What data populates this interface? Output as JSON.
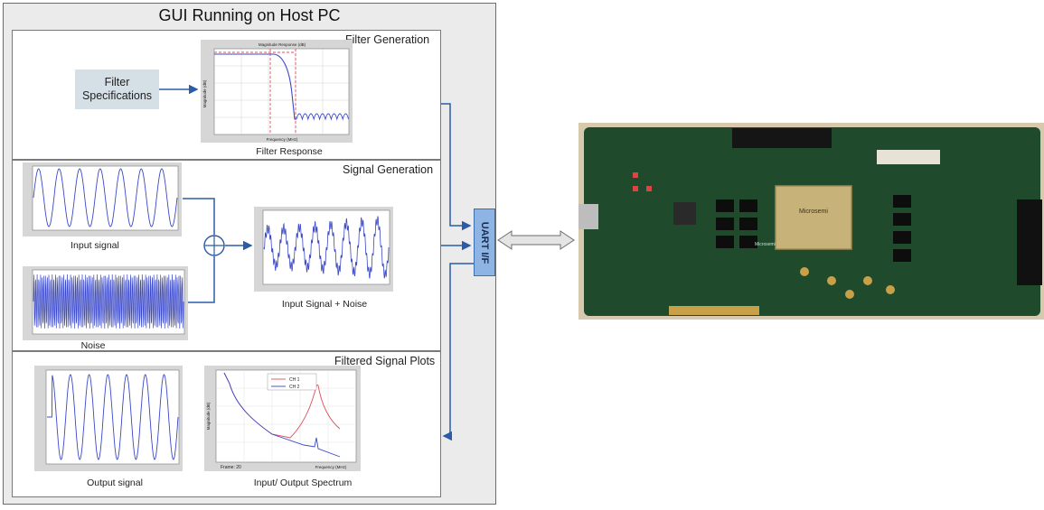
{
  "title": "GUI Running on Host PC",
  "filter_panel": {
    "title": "Filter Generation",
    "spec_line1": "Filter",
    "spec_line2": "Specifications",
    "response_caption": "Filter Response",
    "plot_title": "Magnitude Response (dB)",
    "plot_xlabel": "Frequency (MHz)",
    "plot_ylabel": "Magnitude (dB)"
  },
  "signal_panel": {
    "title": "Signal Generation",
    "input_caption": "Input signal",
    "noise_caption": "Noise",
    "sum_caption": "Input Signal + Noise"
  },
  "filtered_panel": {
    "title": "Filtered Signal Plots",
    "output_caption": "Output signal",
    "spectrum_caption": "Input/ Output Spectrum",
    "legend_ch1": "CH 1",
    "legend_ch2": "CH 2",
    "spectrum_xlabel": "Frequency (MHz)",
    "spectrum_ylabel": "Magnitude (dB)",
    "frame_text": "Frame: 20"
  },
  "uart_label": "UART I/F",
  "board": {
    "chip_brand": "Microsemi",
    "vendor": "Microsemi"
  },
  "colors": {
    "signal_blue": "#3a48c6",
    "filter_red": "#e0505a",
    "arrow_blue": "#2a5ca8",
    "uart_fill": "#8db4e2",
    "board_green": "#1f4a2c"
  }
}
